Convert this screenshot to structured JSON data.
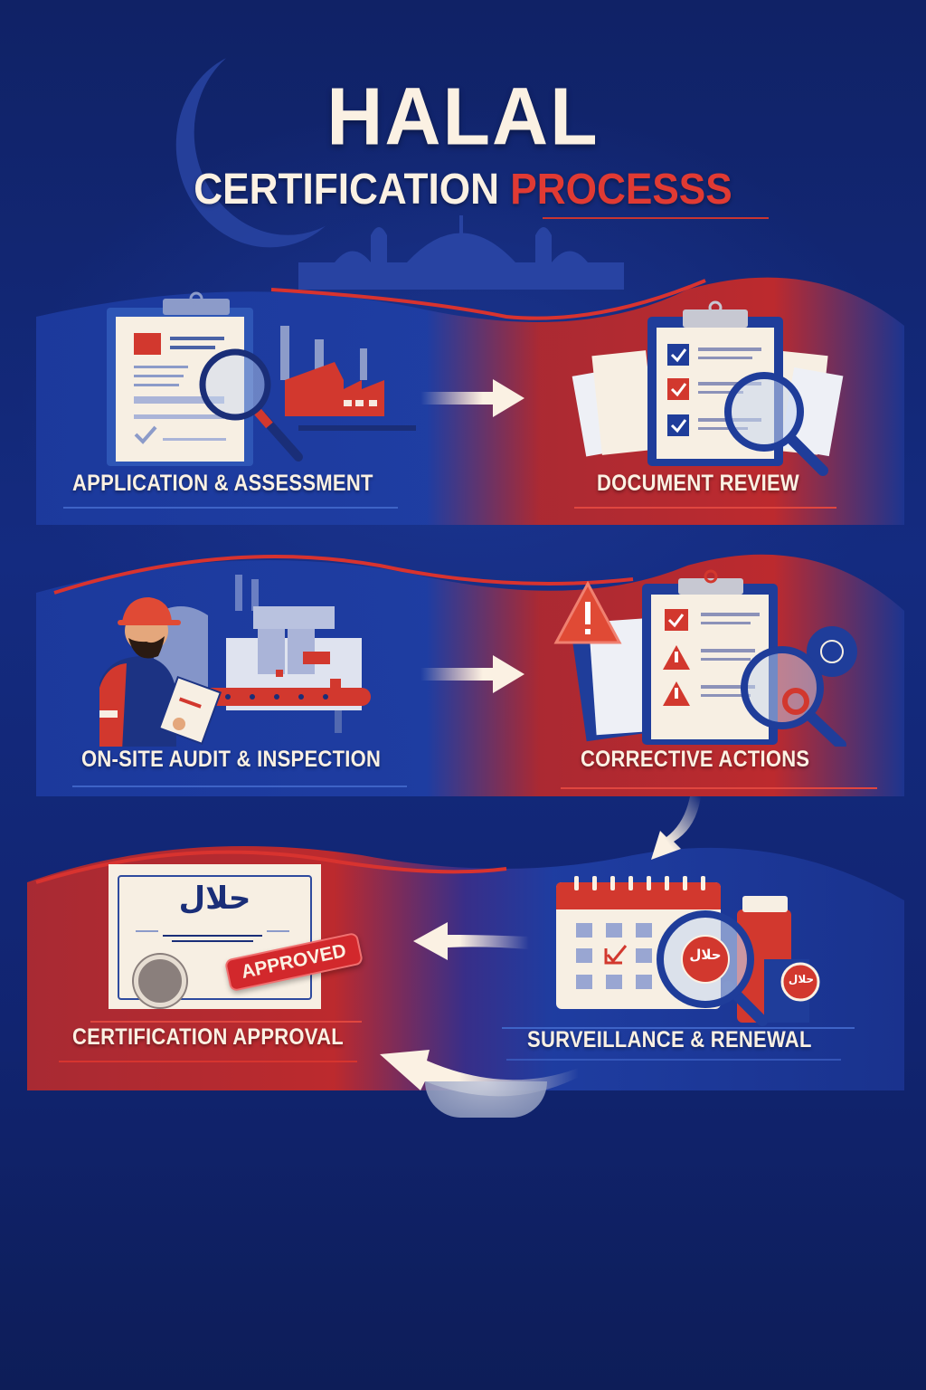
{
  "header": {
    "title_main": "HALAL",
    "title_sub_main": "CERTIFICATION",
    "title_sub_accent": "PROCESSS"
  },
  "colors": {
    "background_navy": "#0f2160",
    "band_blue": "#1d3a9c",
    "band_red": "#c4282a",
    "accent_red": "#e03a33",
    "cream_text": "#fbf1e3"
  },
  "steps": [
    {
      "id": 1,
      "label": "APPLICATION & ASSESSMENT",
      "icon": "clipboard-magnifier-factory-icon",
      "panel": "blue"
    },
    {
      "id": 2,
      "label": "DOCUMENT REVIEW",
      "icon": "checklist-clipboard-magnifier-icon",
      "panel": "red"
    },
    {
      "id": 3,
      "label": "ON-SITE AUDIT & INSPECTION",
      "icon": "inspector-conveyor-icon",
      "panel": "blue"
    },
    {
      "id": 4,
      "label": "CORRECTIVE ACTIONS",
      "icon": "warning-clipboard-gear-icon",
      "panel": "red"
    },
    {
      "id": 5,
      "label": "SURVEILLANCE & RENEWAL",
      "icon": "calendar-halal-magnifier-icon",
      "panel": "blue"
    },
    {
      "id": 6,
      "label": "CERTIFICATION APPROVAL",
      "icon": "halal-certificate-approved-icon",
      "panel": "red"
    }
  ],
  "certificate": {
    "arabic_text": "حلال",
    "stamp_text": "APPROVED"
  },
  "surveillance": {
    "halal_badge_text": "حلال"
  },
  "arrows": [
    {
      "from": 1,
      "to": 2,
      "direction": "right"
    },
    {
      "from": 3,
      "to": 4,
      "direction": "right"
    },
    {
      "from": 4,
      "to": 5,
      "direction": "down-left"
    },
    {
      "from": 5,
      "to": 6,
      "direction": "left"
    },
    {
      "from": 5,
      "to": 6,
      "direction": "left-curve-up"
    }
  ]
}
